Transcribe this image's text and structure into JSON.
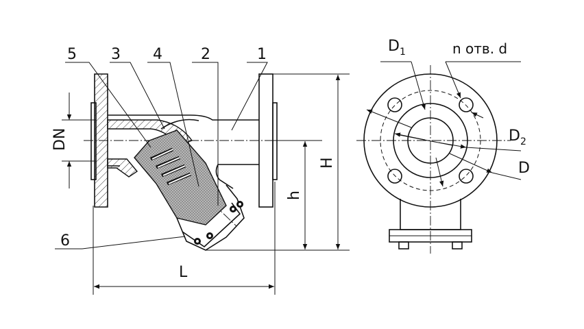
{
  "labels": {
    "part_1": "1",
    "part_2": "2",
    "part_3": "3",
    "part_4": "4",
    "part_5": "5",
    "part_6": "6",
    "dn": "DN",
    "h_small": "h",
    "h_large": "H",
    "length": "L",
    "d1_main": "D",
    "d1_sub": "1",
    "d2_main": "D",
    "d2_sub": "2",
    "d_outer": "D",
    "holes": "n отв. d"
  }
}
